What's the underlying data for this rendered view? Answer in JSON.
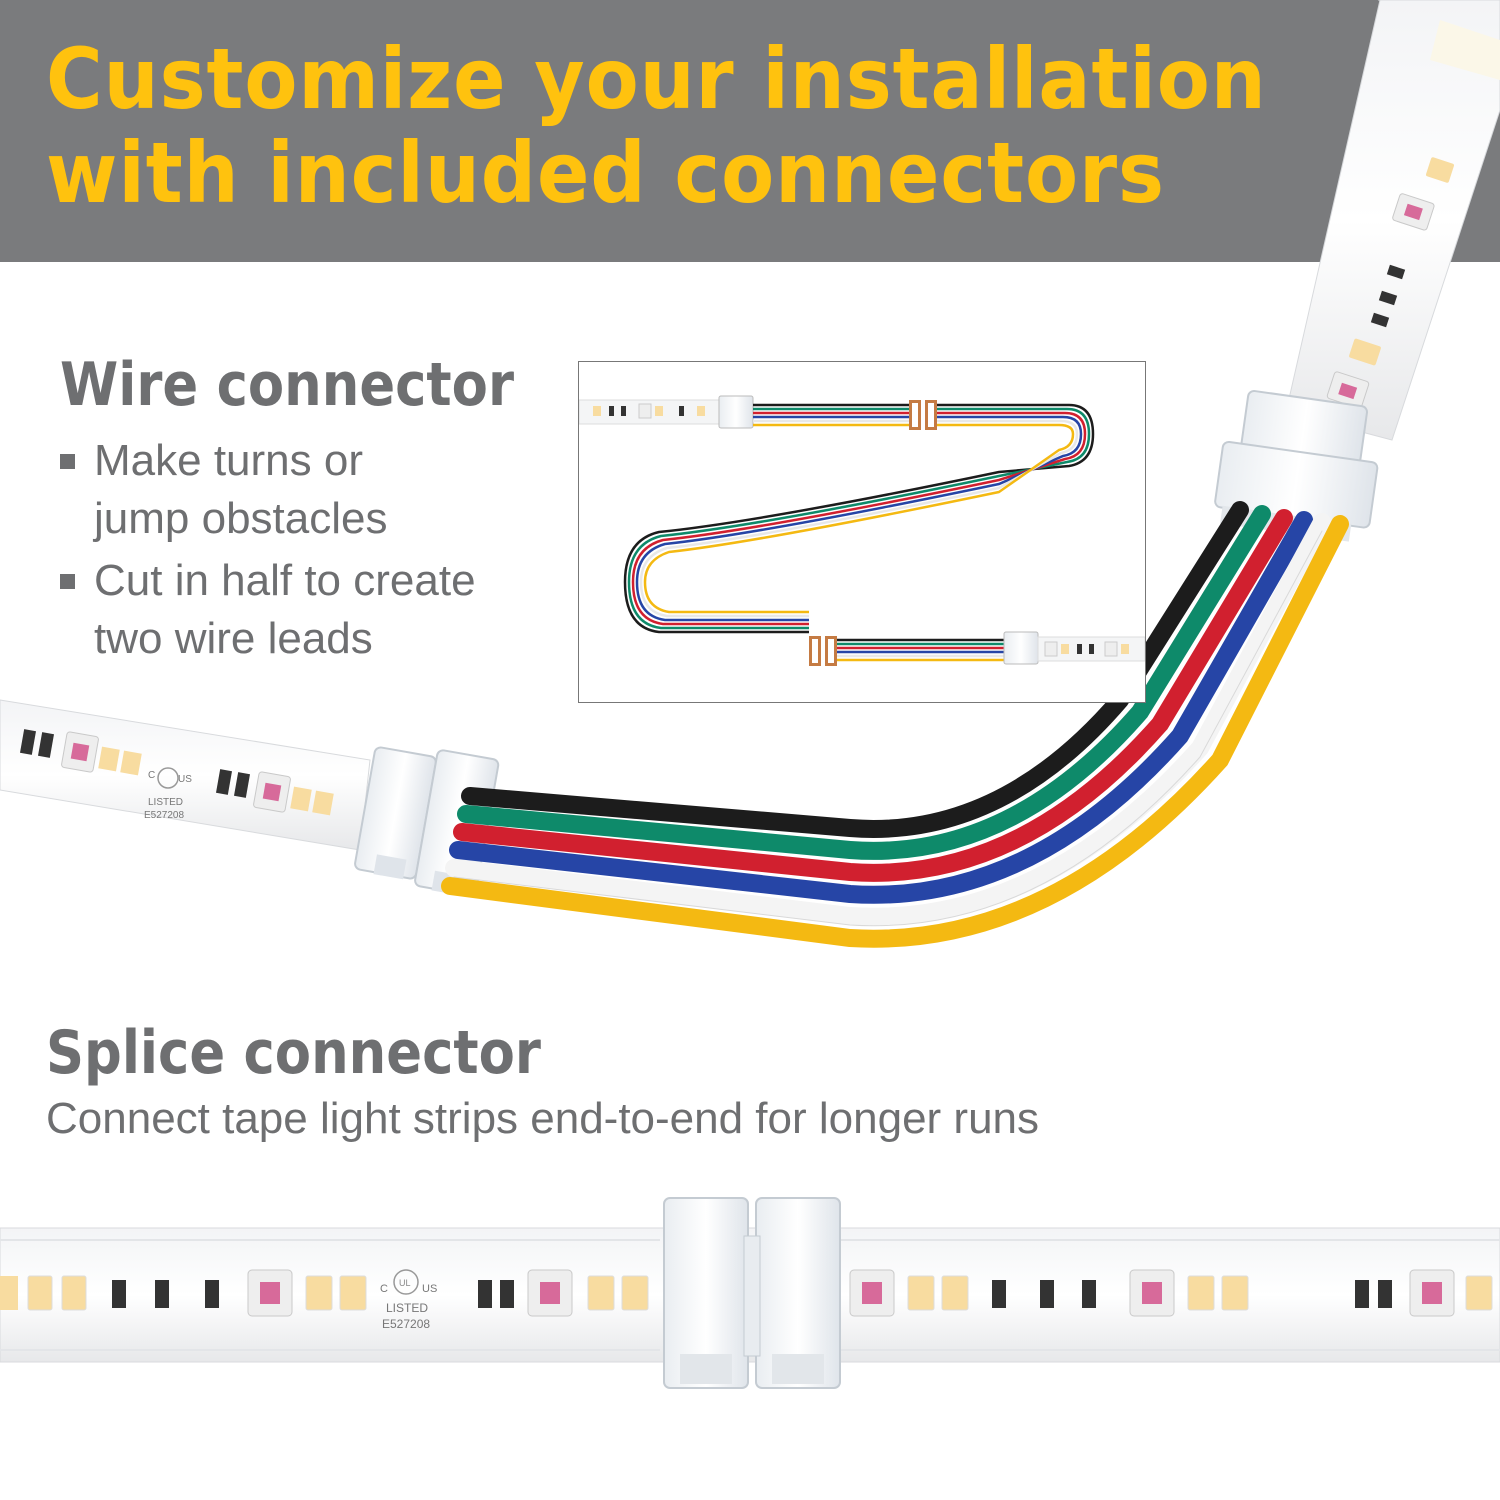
{
  "header": {
    "title_line1": "Customize your installation",
    "title_line2": "with included connectors"
  },
  "wire_connector": {
    "title": "Wire connector",
    "bullets": [
      {
        "line1": "Make turns or",
        "line2": "jump obstacles"
      },
      {
        "line1": "Cut in half to create",
        "line2": "two wire leads"
      }
    ]
  },
  "splice_connector": {
    "title": "Splice connector",
    "description": "Connect tape light strips end-to-end for longer runs"
  },
  "strip_marks": {
    "listed": "LISTED",
    "file_number": "E527208",
    "c_mark": "C",
    "us_mark": "US",
    "ul_mark": "UL"
  },
  "colors": {
    "header_bg": "#7a7b7d",
    "header_text": "#ffc20e",
    "body_text": "#6e6f71",
    "wire_black": "#1c1c1c",
    "wire_green": "#0e8a6a",
    "wire_red": "#d1202f",
    "wire_blue": "#2645a6",
    "wire_white": "#f4f4f4",
    "wire_yellow": "#f4b912"
  }
}
